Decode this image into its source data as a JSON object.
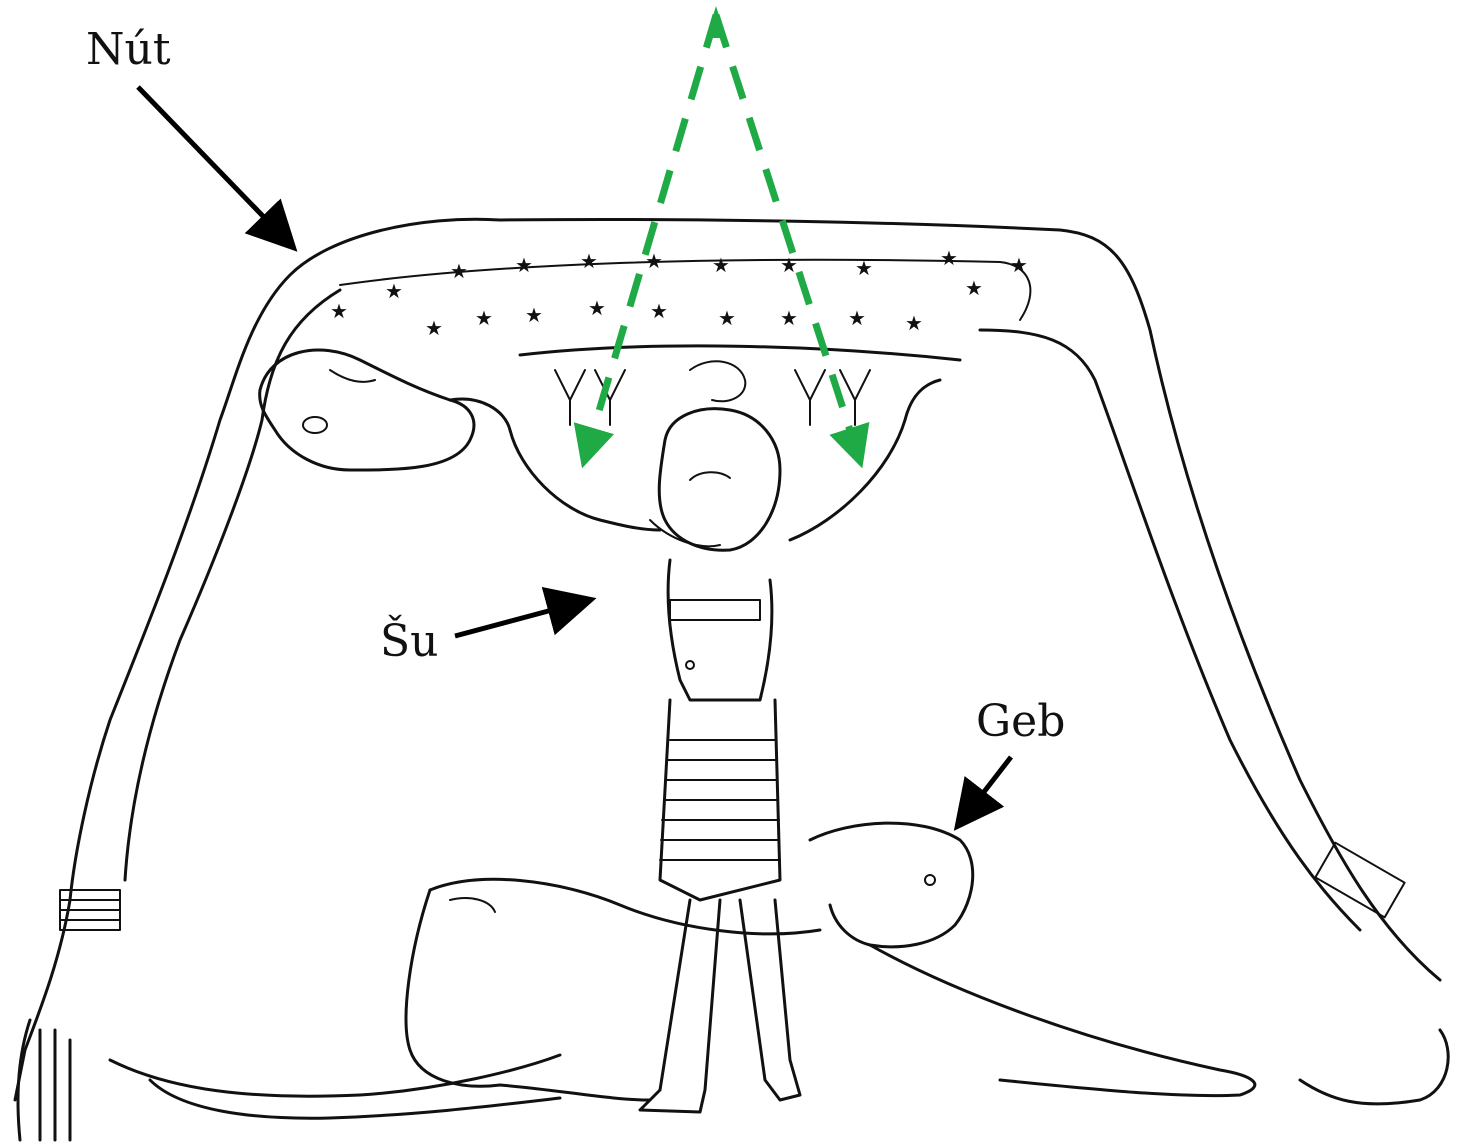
{
  "labels": {
    "nut": "Nút",
    "su": "Šu",
    "geb": "Geb"
  },
  "colors": {
    "ink": "#111111",
    "pointer_arrow": "#000000",
    "ray_arrow": "#1faa45",
    "background": "#ffffff"
  },
  "icons": {
    "star": "star-icon",
    "arrow": "arrow-icon"
  }
}
